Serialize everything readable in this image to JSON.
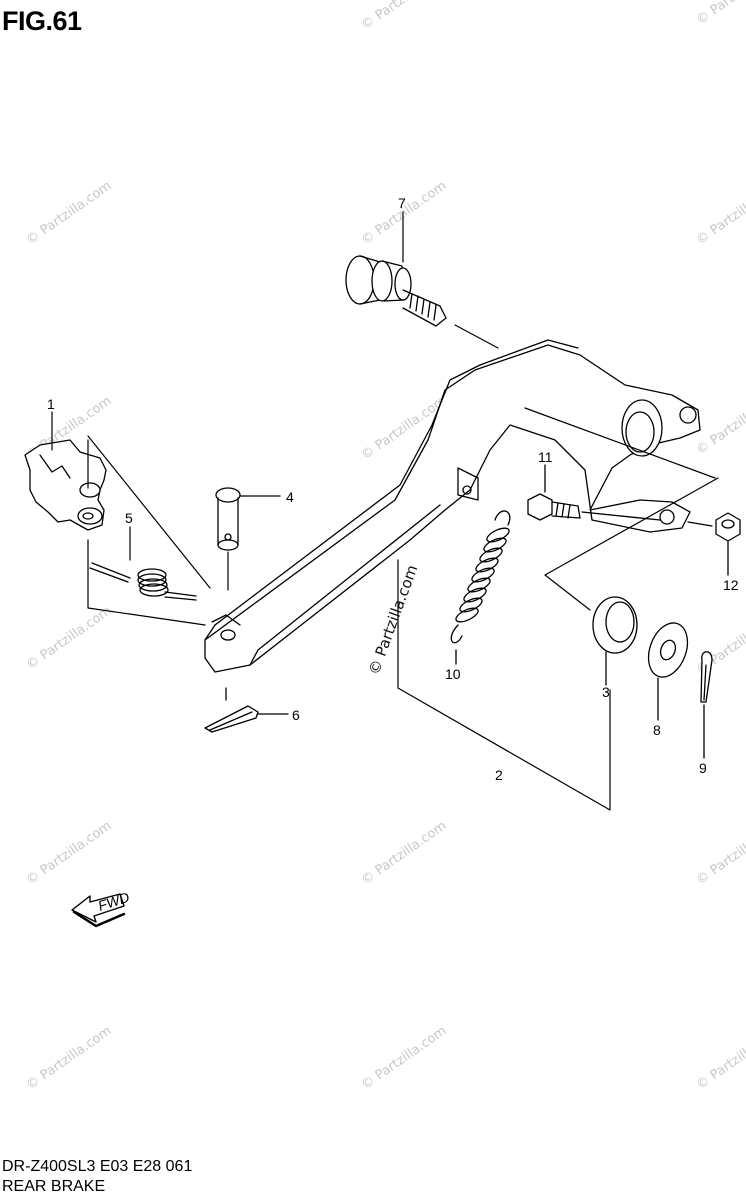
{
  "figure": {
    "title": "FIG.61"
  },
  "footer": {
    "model_code": "DR-Z400SL3  E03  E28  061",
    "section_name": "REAR BRAKE"
  },
  "fwd_label": "FWD",
  "watermark": {
    "text": "© Partzilla.com",
    "color": "#c8c8c8"
  },
  "callouts": [
    {
      "id": "1",
      "label": "1"
    },
    {
      "id": "2",
      "label": "2"
    },
    {
      "id": "3",
      "label": "3"
    },
    {
      "id": "4",
      "label": "4"
    },
    {
      "id": "5",
      "label": "5"
    },
    {
      "id": "6",
      "label": "6"
    },
    {
      "id": "7",
      "label": "7"
    },
    {
      "id": "8",
      "label": "8"
    },
    {
      "id": "9",
      "label": "9"
    },
    {
      "id": "10",
      "label": "10"
    },
    {
      "id": "11",
      "label": "11"
    },
    {
      "id": "12",
      "label": "12"
    }
  ]
}
